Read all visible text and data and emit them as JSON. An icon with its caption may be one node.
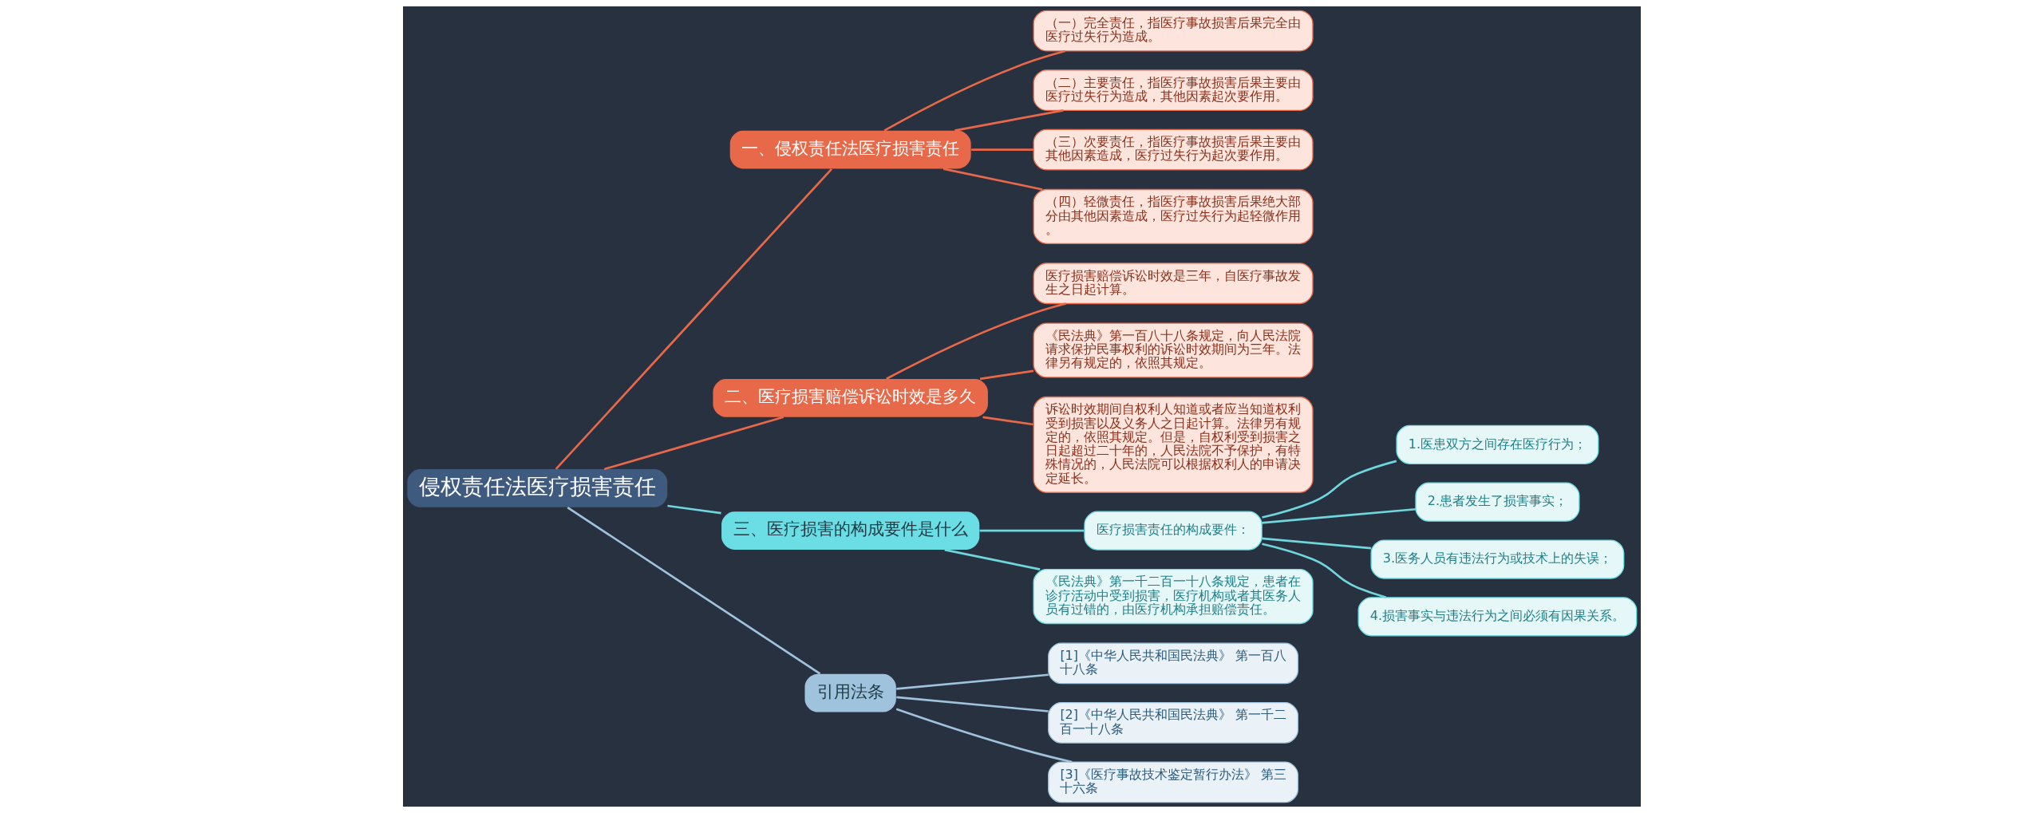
{
  "diagram": {
    "nodes": [
      {
        "text": [
          "侵权责任法医疗损害责任"
        ]
      },
      {
        "text": [
          "一、侵权责任法医疗损害责任"
        ]
      },
      {
        "text": [
          "（一）完全责任，指医疗事故损害后果完全由医疗过失行为造成。"
        ]
      },
      {
        "text": [
          "（二）主要责任，指医疗事故损害后果主要由医疗过失行为造成，其他因素起次要作用。"
        ]
      },
      {
        "text": [
          "（三）次要责任，指医疗事故损害后果主要由其他因素造成，医疗过失行为起次要作用。"
        ]
      },
      {
        "text": [
          "（四）轻微责任，指医疗事故损害后果绝大部分由其他因素造成，医疗过失行为起轻微作用。"
        ]
      },
      {
        "text": [
          "二、医疗损害赔偿诉讼时效是多久"
        ]
      },
      {
        "text": [
          "医疗损害赔偿诉讼时效是三年，自医疗事故发生之日起计算。"
        ]
      },
      {
        "text": [
          "《民法典》第一百八十八条规定，向人民法院请求保护民事权利的诉讼时效期间为三年。法律另有规定的，依照其规定。"
        ]
      },
      {
        "text": [
          "诉讼时效期间自权利人知道或者应当知道权利受到损害以及义务人之日起计算。法律另有规定的，依照其规定。但是，自权利受到损害之日起超过二十年的，人民法院不予保护，有特殊情况的，人民法院可以根据权利人的申请决定延长。"
        ]
      },
      {
        "text": [
          "三、医疗损害的构成要件是什么"
        ]
      },
      {
        "text": [
          "医疗损害责任的构成要件："
        ]
      },
      {
        "text": [
          "1.医患双方之间存在医疗行为；"
        ]
      },
      {
        "text": [
          "2.患者发生了损害事实；"
        ]
      },
      {
        "text": [
          "3.医务人员有违法行为或技术上的失误；"
        ]
      },
      {
        "text": [
          "4.损害事实与违法行为之间必须有因果关系。"
        ]
      },
      {
        "text": [
          "《民法典》第一千二百一十八条规定，患者在诊疗活动中受到损害，医疗机构或者其医务人员有过错的，由医疗机构承担赔偿责任。"
        ]
      },
      {
        "text": [
          "引用法条"
        ]
      },
      {
        "text": [
          "[1]《中华人民共和国民法典》 第一百八十八条"
        ]
      },
      {
        "text": [
          "[2]《中华人民共和国民法典》 第一千二百一十八条"
        ]
      },
      {
        "text": [
          "[3]《医疗事故技术鉴定暂行办法》 第三十六条"
        ]
      }
    ],
    "edges": [
      {
        "from": 0,
        "to": 1,
        "arrow": "none"
      },
      {
        "from": 1,
        "to": 2,
        "arrow": "none"
      },
      {
        "from": 1,
        "to": 3,
        "arrow": "none"
      },
      {
        "from": 1,
        "to": 4,
        "arrow": "none"
      },
      {
        "from": 1,
        "to": 5,
        "arrow": "none"
      },
      {
        "from": 0,
        "to": 6,
        "arrow": "none"
      },
      {
        "from": 6,
        "to": 7,
        "arrow": "none"
      },
      {
        "from": 6,
        "to": 8,
        "arrow": "none"
      },
      {
        "from": 6,
        "to": 9,
        "arrow": "none"
      },
      {
        "from": 0,
        "to": 10,
        "arrow": "none",
        "color": "#6fd6dc"
      },
      {
        "from": 10,
        "to": 11,
        "arrow": "none",
        "color": "#6fd6dc"
      },
      {
        "from": 11,
        "to": 12,
        "arrow": "none",
        "color": "#6fd6dc"
      },
      {
        "from": 11,
        "to": 13,
        "arrow": "none",
        "color": "#6fd6dc"
      },
      {
        "from": 11,
        "to": 14,
        "arrow": "none",
        "color": "#6fd6dc"
      },
      {
        "from": 11,
        "to": 15,
        "arrow": "none",
        "color": "#6fd6dc"
      },
      {
        "from": 10,
        "to": 16,
        "arrow": "none",
        "color": "#6fd6dc"
      },
      {
        "from": 0,
        "to": 17,
        "arrow": "none",
        "color": "#9fc3dc"
      },
      {
        "from": 17,
        "to": 18,
        "arrow": "none",
        "color": "#9fc3dc"
      },
      {
        "from": 17,
        "to": 19,
        "arrow": "none",
        "color": "#9fc3dc"
      },
      {
        "from": 17,
        "to": 20,
        "arrow": "none",
        "color": "#9fc3dc"
      }
    ]
  }
}
